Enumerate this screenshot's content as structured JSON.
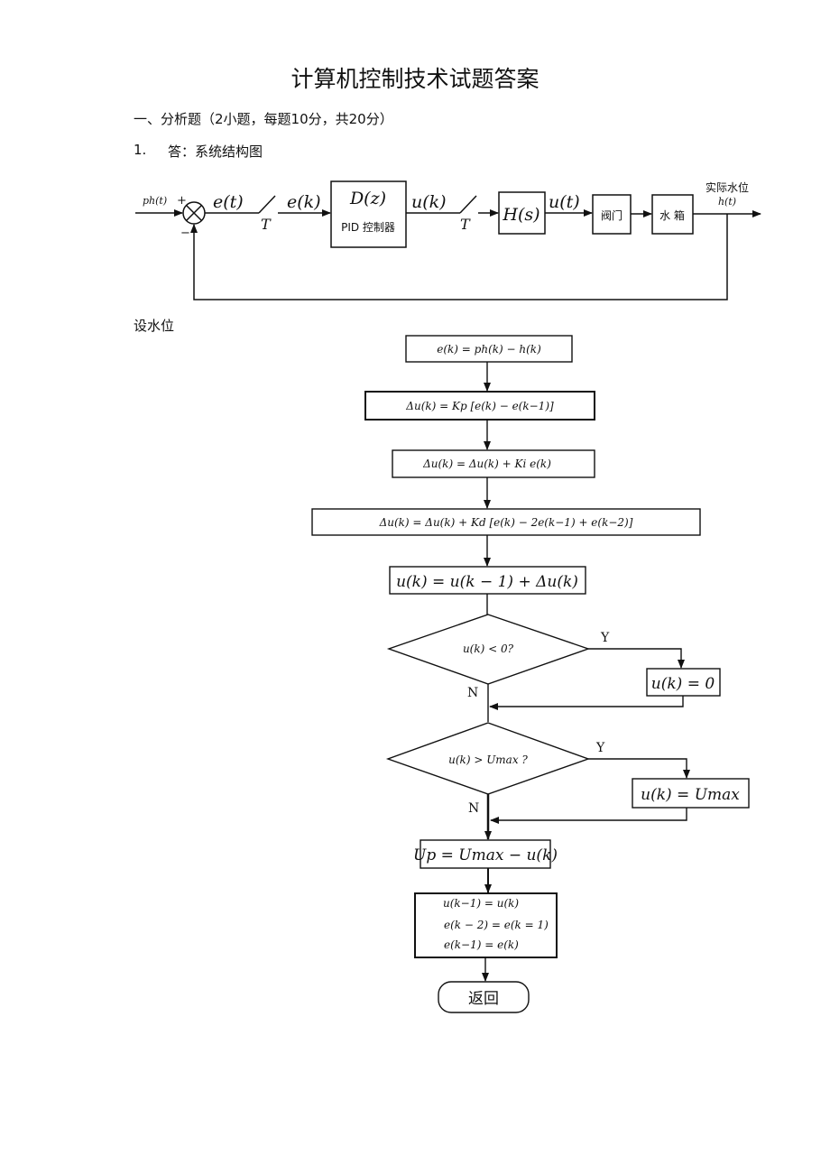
{
  "title": "计算机控制技术试题答案",
  "section": "一、分析题（2小题，每题10分，共20分）",
  "q1_num": "1.",
  "q1_text": "答：系统结构图",
  "setup": "设水位",
  "block": {
    "input": "ph(t)",
    "plus": "+",
    "minus": "−",
    "et": "e(t)",
    "ek": "e(k)",
    "T1": "T",
    "dz": "D(z)",
    "pid": "PID 控制器",
    "uk": "u(k)",
    "T2": "T",
    "hs": "H(s)",
    "ut": "u(t)",
    "valve": "阀门",
    "tank": "水 箱",
    "output_label": "实际水位",
    "output": "h(t)"
  },
  "flow": {
    "s1": "e(k) = ph(k) − h(k)",
    "s2": "Δu(k) = Kp [e(k) − e(k−1)]",
    "s3": "Δu(k) = Δu(k) + Ki e(k)",
    "s4": "Δu(k) = Δu(k) + Kd [e(k) − 2e(k−1) + e(k−2)]",
    "s5": "u(k) = u(k − 1) +  Δu(k)",
    "d1": "u(k) < 0?",
    "d1_yes": "Y",
    "d1_no": "N",
    "y1": "u(k) = 0",
    "d2": "u(k) > Umax ?",
    "d2_yes": "Y",
    "d2_no": "N",
    "y2": "u(k) = Umax",
    "s6": "Up = Umax − u(k)",
    "s7a": "u(k−1) = u(k)",
    "s7b": "e(k − 2) = e(k = 1)",
    "s7c": "e(k−1) = e(k)",
    "end": "返回"
  }
}
